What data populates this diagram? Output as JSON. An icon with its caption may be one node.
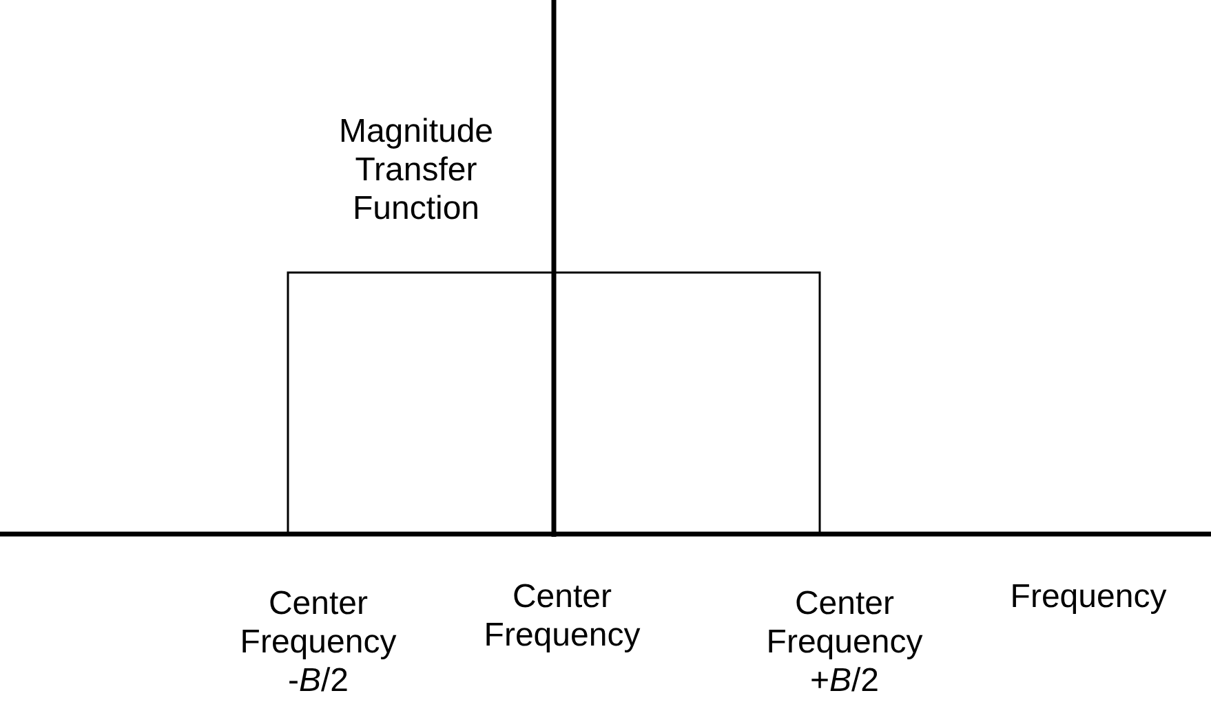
{
  "diagram": {
    "labels": [
      "Magnitude Transfer Function",
      "Center Frequency -*B*/2",
      "Center Frequency",
      "Center Frequency +*B*/2",
      "Frequency"
    ]
  }
}
